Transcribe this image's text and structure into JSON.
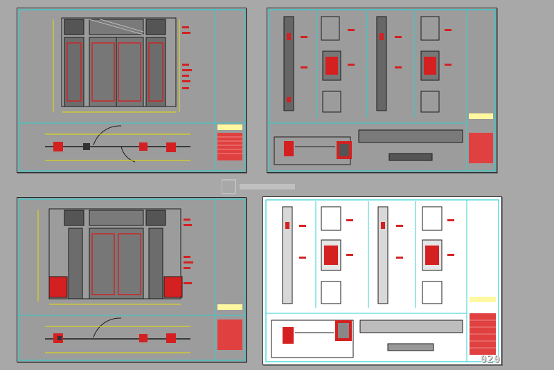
{
  "page_number": "020",
  "colors": {
    "gray_background": "#a8a8a8",
    "sheet_fill": "#9c9c9c",
    "white_sheet_fill": "#ffffff",
    "frame_cyan": "#2fd0d0",
    "line_black": "#1a1a1a",
    "dimension_yellow": "#e8e000",
    "door_red": "#d42020",
    "title_block_red": "#e04040"
  },
  "sheets": [
    {
      "id": "elevation-with-pilasters",
      "theme": "gray"
    },
    {
      "id": "section-details",
      "theme": "gray"
    },
    {
      "id": "elevation-with-pedestals",
      "theme": "gray"
    },
    {
      "id": "section-details-white",
      "theme": "white"
    }
  ]
}
